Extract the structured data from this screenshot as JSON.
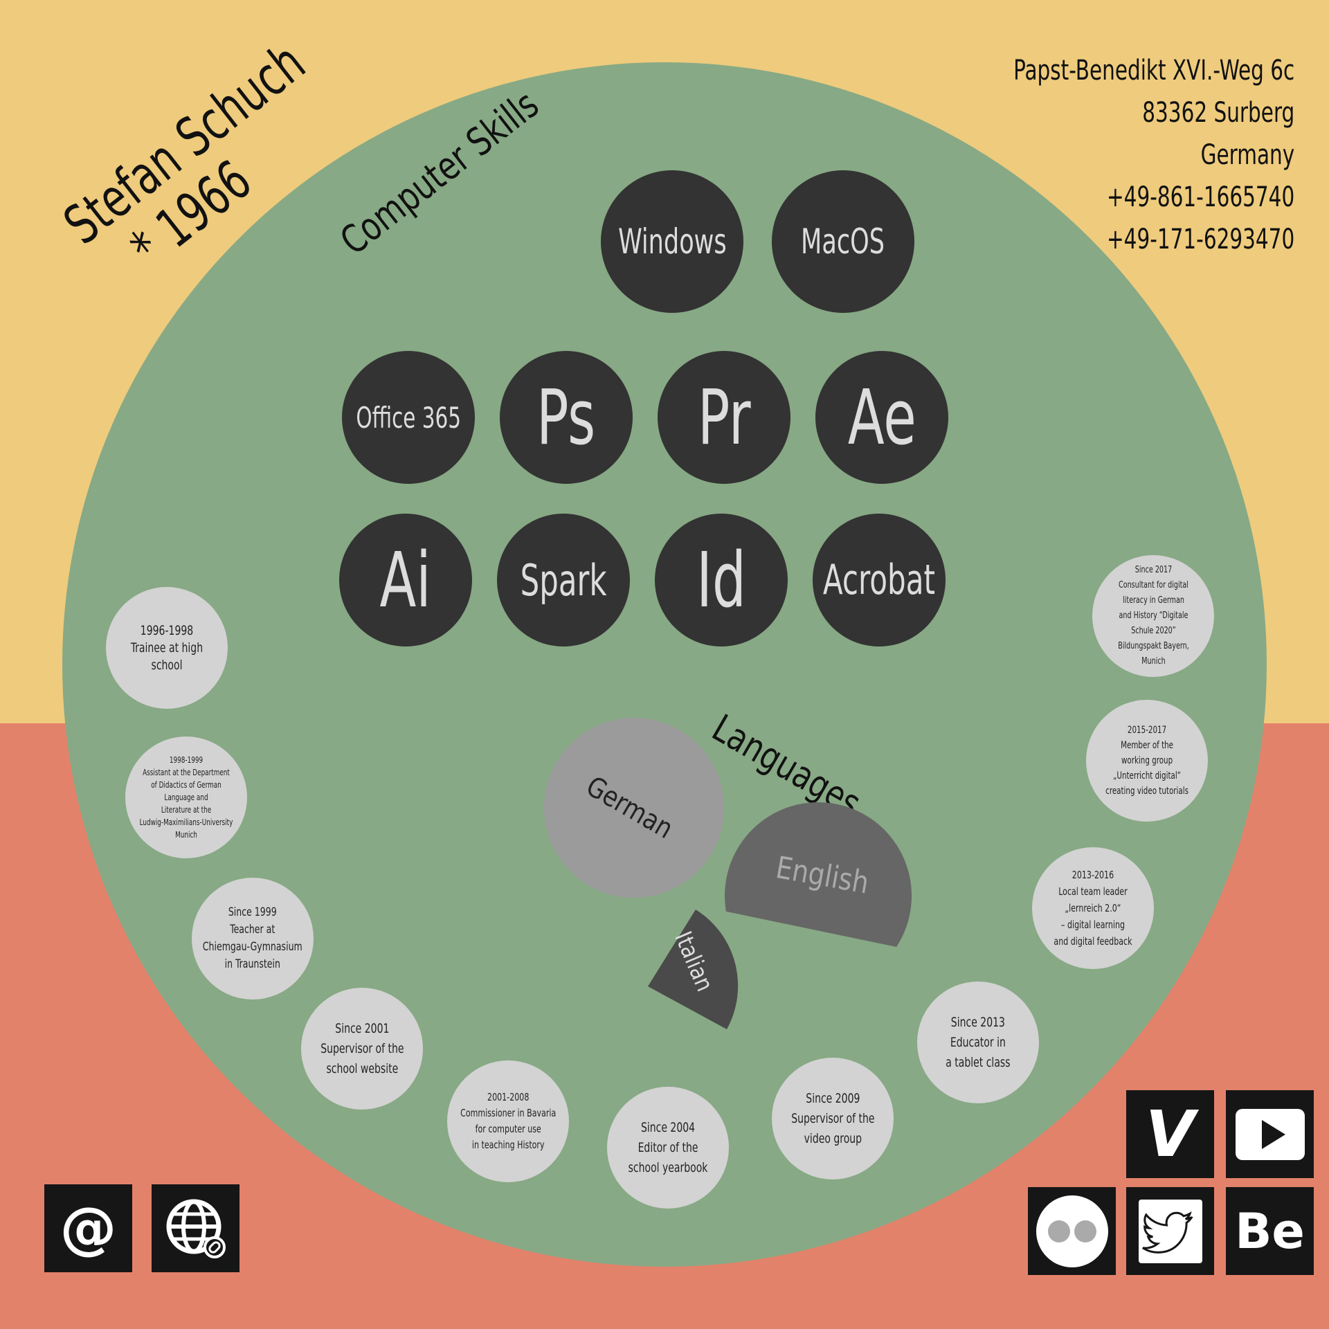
{
  "person": {
    "name": "Stefan Schuch",
    "born": "* 1966"
  },
  "address": {
    "lines": [
      "Papst-Benedikt XVI.-Weg 6c",
      "83362 Surberg",
      "Germany",
      "+49-861-1665740",
      "+49-171-6293470"
    ]
  },
  "sections": {
    "computer_skills": "Computer Skills",
    "languages": "Languages"
  },
  "skills": [
    "Windows",
    "MacOS",
    "Office 365",
    "Ps",
    "Pr",
    "Ae",
    "Ai",
    "Spark",
    "Id",
    "Acrobat"
  ],
  "languages": [
    "German",
    "English",
    "Italian"
  ],
  "timeline": [
    "1996-1998\nTrainee at high school",
    "1998-1999\nAssistant at the Department\nof Didactics of German Language and\nLiterature at the\nLudwig-Maximilians-University\nMunich",
    "Since 1999\nTeacher at\nChiemgau-Gymnasium\nin Traunstein",
    "Since 2001\nSupervisor of the\nschool website",
    "2001-2008\nCommissioner in Bavaria\nfor computer use\nin teaching History",
    "Since 2004\nEditor of the\nschool yearbook",
    "Since 2009\nSupervisor of the\nvideo group",
    "Since 2013\nEducator in\na tablet class",
    "2013-2016\nLocal team leader\n„lernreich 2.0“\n– digital learning\nand digital feedback",
    "2015-2017\nMember of the\nworking group\n„Unterricht digital“\ncreating video tutorials",
    "Since 2017\nConsultant for digital\nliteracy in German\nand History “Digitale\nSchule 2020”\nBildungspakt Bayern,\nMunich"
  ],
  "icons": {
    "at": "@",
    "vimeo": "V",
    "behance": "Be"
  },
  "colors": {
    "top_bg": "#EECB7D",
    "bottom_bg": "#E3826B",
    "circle": "#87A985",
    "skill_circle": "#333333",
    "timeline_circle": "#D3D3D3"
  }
}
